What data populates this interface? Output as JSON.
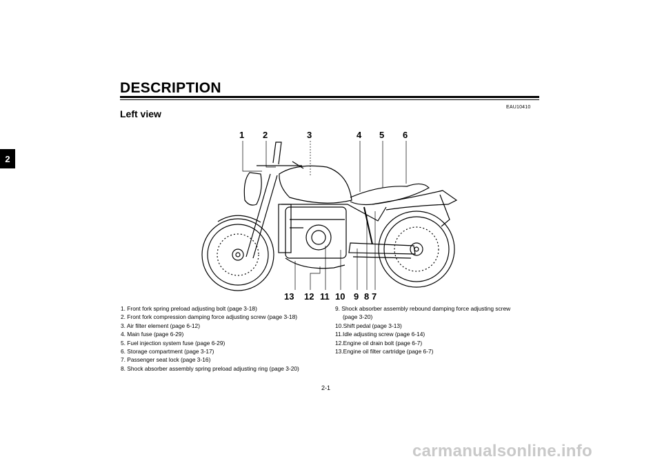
{
  "chapter_tab": "2",
  "header": {
    "title": "DESCRIPTION",
    "code": "EAU10410"
  },
  "section_title": "Left view",
  "callouts": [
    "1",
    "2",
    "3",
    "4",
    "5",
    "6",
    "13",
    "12",
    "11",
    "10",
    "9",
    "8",
    "7"
  ],
  "legend": {
    "left": [
      "1. Front fork spring preload adjusting bolt (page 3-18)",
      "2. Front fork compression damping force adjusting screw (page 3-18)",
      "3. Air filter element (page 6-12)",
      "4. Main fuse (page 6-29)",
      "5. Fuel injection system fuse (page 6-29)",
      "6. Storage compartment (page 3-17)",
      "7. Passenger seat lock (page 3-16)",
      "8. Shock absorber assembly spring preload adjusting ring (page 3-20)"
    ],
    "right": [
      "9. Shock absorber assembly rebound damping force adjusting screw",
      "(page 3-20)",
      "10.Shift pedal (page 3-13)",
      "11.Idle adjusting screw (page 6-14)",
      "12.Engine oil drain bolt (page 6-7)",
      "13.Engine oil filter cartridge (page 6-7)"
    ]
  },
  "page_number": "2-1",
  "watermark": "carmanualsonline.info"
}
